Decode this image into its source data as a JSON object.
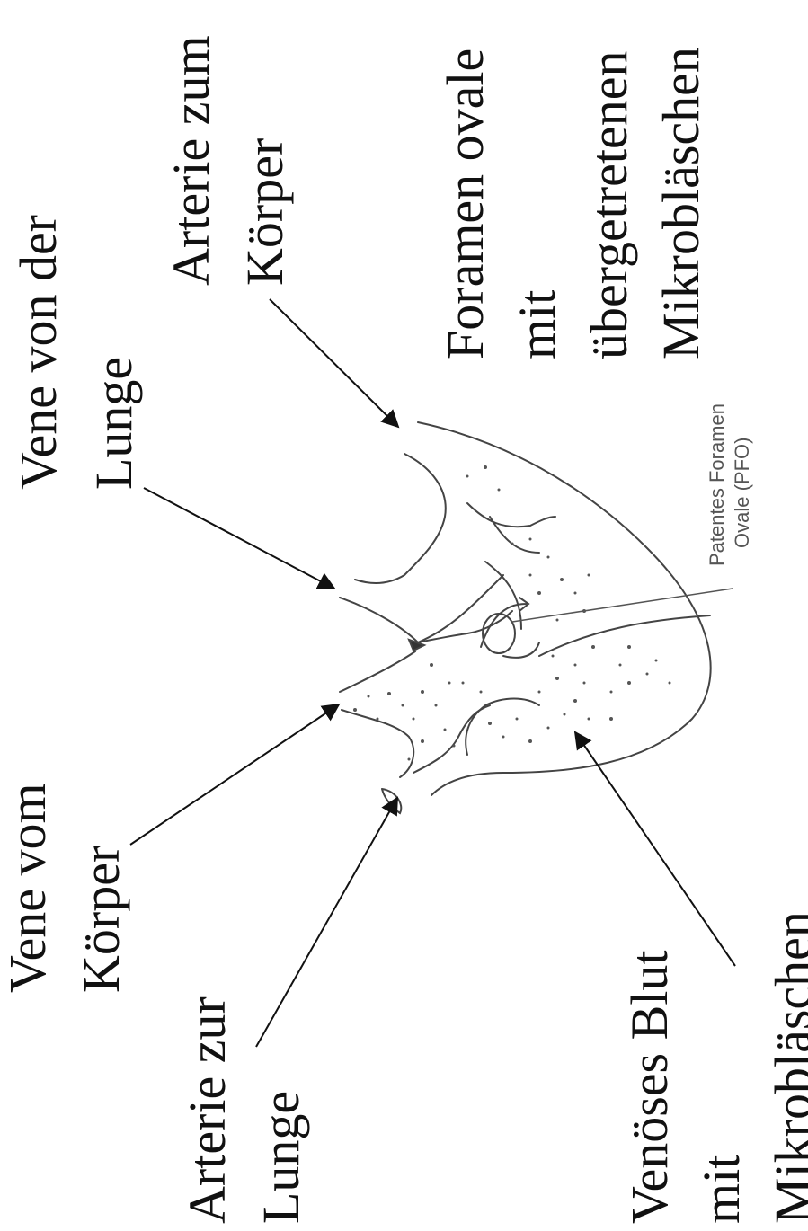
{
  "labels": {
    "vene_von_der_lunge": [
      "Vene von der",
      "Lunge"
    ],
    "arterie_zum_koerper": [
      "Arterie zum",
      "Körper"
    ],
    "foramen_ovale": [
      "Foramen ovale",
      "mit",
      "übergetretenen",
      "Mikrobläschen"
    ],
    "pfo": [
      "Patentes Foramen",
      "Ovale (PFO)"
    ],
    "vene_vom_koerper": [
      "Vene vom",
      "Körper"
    ],
    "arterie_zur_lunge": [
      "Arterie zur",
      "Lunge"
    ],
    "venoeses_blut": [
      "Venöses Blut",
      "mit",
      "Mikrobläschen"
    ]
  },
  "colors": {
    "ink": "#111111",
    "sketch": "#444444",
    "pfo_text": "#555555"
  }
}
